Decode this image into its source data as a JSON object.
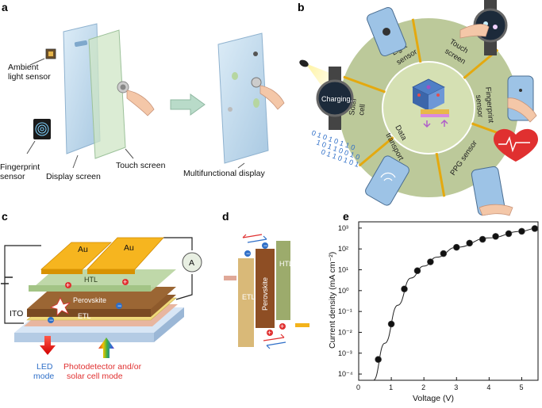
{
  "panels": {
    "a": "a",
    "b": "b",
    "c": "c",
    "d": "d",
    "e": "e"
  },
  "panel_a": {
    "ambient_light_sensor": [
      "Ambient",
      "light sensor"
    ],
    "fingerprint_sensor": [
      "Fingerprint",
      "sensor"
    ],
    "display_screen": "Display screen",
    "touch_screen": "Touch screen",
    "multifunctional_display": "Multifunctional display"
  },
  "panel_b": {
    "segments": [
      [
        "Light",
        "sensor"
      ],
      [
        "Touch",
        "screen"
      ],
      [
        "Fingerprint",
        "sensor"
      ],
      [
        "PPG sensor"
      ],
      [
        "Data",
        "transport"
      ],
      [
        "Solar",
        "cell"
      ]
    ],
    "charging": "Charging...",
    "ring_color": "#bcc99a",
    "center_color": "#d5e0b3"
  },
  "panel_c": {
    "au_left": "Au",
    "au_right": "Au",
    "htl": "HTL",
    "perovskite": "Perovskite",
    "etl": "ETL",
    "ito": "ITO",
    "ammeter": "A",
    "led_mode": [
      "LED",
      "mode"
    ],
    "pd_mode": [
      "Photodetector and/or",
      "solar cell mode"
    ]
  },
  "panel_d": {
    "etl": "ETL",
    "perovskite": "Perovskite",
    "htl": "HTL"
  },
  "chart_data": {
    "type": "scatter",
    "title": "",
    "xlabel": "Voltage (V)",
    "ylabel": "Current density (mA cm⁻²)",
    "xlim": [
      0,
      5.5
    ],
    "ylim_log10": [
      -4.3,
      3.3
    ],
    "yscale": "log",
    "x_ticks": [
      0,
      1,
      2,
      3,
      4,
      5
    ],
    "y_ticks": [
      {
        "exp": -4,
        "label": "10⁻⁴"
      },
      {
        "exp": -3,
        "label": "10⁻³"
      },
      {
        "exp": -2,
        "label": "10⁻²"
      },
      {
        "exp": -1,
        "label": "10⁻¹"
      },
      {
        "exp": 0,
        "label": "10⁰"
      },
      {
        "exp": 1,
        "label": "10¹"
      },
      {
        "exp": 2,
        "label": "10²"
      },
      {
        "exp": 3,
        "label": "10³"
      }
    ],
    "points": [
      {
        "x": 0.6,
        "y": 0.0005
      },
      {
        "x": 1.0,
        "y": 0.025
      },
      {
        "x": 1.4,
        "y": 1.2
      },
      {
        "x": 1.8,
        "y": 9
      },
      {
        "x": 2.2,
        "y": 24
      },
      {
        "x": 2.6,
        "y": 60
      },
      {
        "x": 3.0,
        "y": 120
      },
      {
        "x": 3.4,
        "y": 190
      },
      {
        "x": 3.8,
        "y": 290
      },
      {
        "x": 4.2,
        "y": 400
      },
      {
        "x": 4.6,
        "y": 540
      },
      {
        "x": 5.0,
        "y": 700
      },
      {
        "x": 5.4,
        "y": 950
      }
    ],
    "fit": [
      {
        "x": 0.45,
        "y": 5e-05
      },
      {
        "x": 0.8,
        "y": 0.003
      },
      {
        "x": 1.2,
        "y": 0.2
      },
      {
        "x": 1.6,
        "y": 4
      },
      {
        "x": 2.0,
        "y": 15
      },
      {
        "x": 2.4,
        "y": 40
      },
      {
        "x": 3.0,
        "y": 120
      },
      {
        "x": 4.0,
        "y": 340
      },
      {
        "x": 5.0,
        "y": 700
      },
      {
        "x": 5.4,
        "y": 950
      }
    ]
  }
}
